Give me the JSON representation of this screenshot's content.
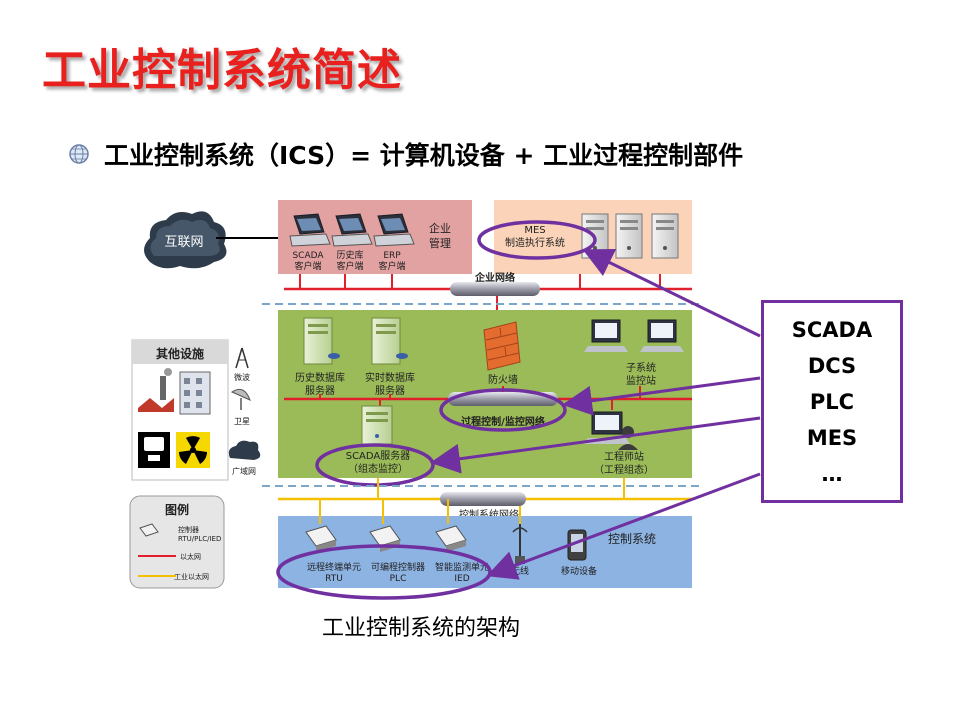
{
  "title": "工业控制系统简述",
  "bullet": "工业控制系统（ICS）= 计算机设备 + 工业过程控制部件",
  "caption": "工业控制系统的架构",
  "callout_items": [
    "SCADA",
    "DCS",
    "PLC",
    "MES",
    "…"
  ],
  "diagram": {
    "internet": "互联网",
    "enterprise_zone": {
      "label_line1": "企业",
      "label_line2": "管理",
      "clients": [
        {
          "line1": "SCADA",
          "line2": "客户端"
        },
        {
          "line1": "历史库",
          "line2": "客户端"
        },
        {
          "line1": "ERP",
          "line2": "客户端"
        }
      ],
      "mes_line1": "MES",
      "mes_line2": "制造执行系统"
    },
    "enterprise_network": "企业网络",
    "process_zone": {
      "hist_db_line1": "历史数据库",
      "hist_db_line2": "服务器",
      "rt_db_line1": "实时数据库",
      "rt_db_line2": "服务器",
      "firewall": "防火墙",
      "subsys_line1": "子系统",
      "subsys_line2": "监控站",
      "process_network": "过程控制/监控网络",
      "scada_line1": "SCADA服务器",
      "scada_line2": "（组态监控）",
      "eng_line1": "工程师站",
      "eng_line2": "（工程组态）"
    },
    "control_network": "控制系统网络",
    "control_zone": {
      "label": "控制系统",
      "devices": [
        {
          "line1": "远程终端单元",
          "line2": "RTU"
        },
        {
          "line1": "可编程控制器",
          "line2": "PLC"
        },
        {
          "line1": "智能监测单元",
          "line2": "IED"
        }
      ],
      "wireless": "无线",
      "mobile": "移动设备"
    },
    "other_facilities": {
      "title": "其他设施",
      "microwave": "微波",
      "satellite": "卫星",
      "wan": "广域网"
    },
    "legend": {
      "title": "图例",
      "controller_line1": "控制器",
      "controller_line2": "RTU/PLC/IED",
      "ethernet": "以太网",
      "industrial_ethernet": "工业以太网"
    }
  }
}
